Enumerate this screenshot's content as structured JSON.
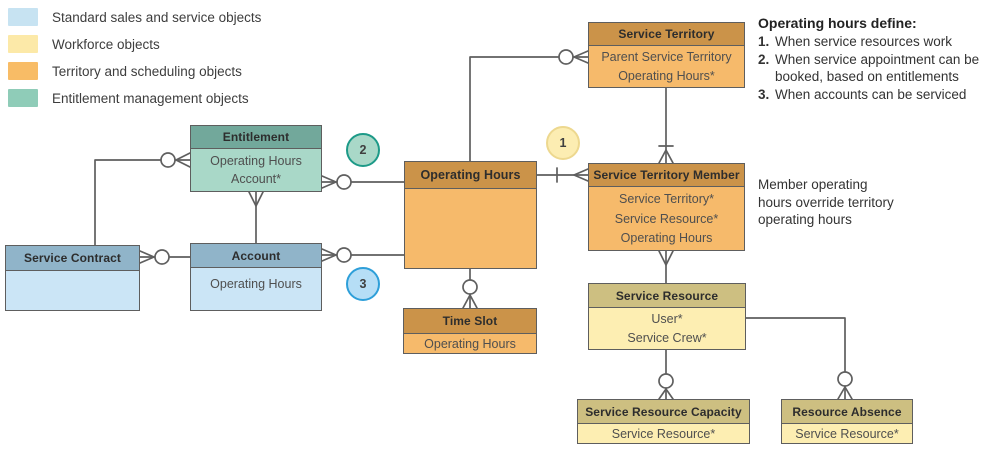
{
  "legend": {
    "items": [
      {
        "label": "Standard sales and service objects",
        "color": "#c7e3f2"
      },
      {
        "label": "Workforce objects",
        "color": "#fce9a8"
      },
      {
        "label": "Territory and scheduling objects",
        "color": "#f8bc66"
      },
      {
        "label": "Entitlement management objects",
        "color": "#8fccb8"
      }
    ]
  },
  "entities": {
    "entitlement": {
      "title": "Entitlement",
      "fields": [
        "Operating Hours",
        "Account*"
      ]
    },
    "service_contract": {
      "title": "Service Contract",
      "fields": []
    },
    "account": {
      "title": "Account",
      "fields": [
        "Operating Hours"
      ]
    },
    "operating_hours": {
      "title": "Operating Hours",
      "fields": []
    },
    "time_slot": {
      "title": "Time Slot",
      "fields": [
        "Operating Hours"
      ]
    },
    "service_territory": {
      "title": "Service Territory",
      "fields": [
        "Parent Service Territory",
        "Operating Hours*"
      ]
    },
    "service_territory_member": {
      "title": "Service Territory Member",
      "fields": [
        "Service Territory*",
        "Service Resource*",
        "Operating Hours"
      ]
    },
    "service_resource": {
      "title": "Service Resource",
      "fields": [
        "User*",
        "Service Crew*"
      ]
    },
    "service_resource_capacity": {
      "title": "Service Resource Capacity",
      "fields": [
        "Service Resource*"
      ]
    },
    "resource_absence": {
      "title": "Resource Absence",
      "fields": [
        "Service Resource*"
      ]
    }
  },
  "badges": [
    {
      "number": "1",
      "fill": "#fcedb2",
      "border": "#edd88f"
    },
    {
      "number": "2",
      "fill": "#a9d8c8",
      "border": "#1d9a88"
    },
    {
      "number": "3",
      "fill": "#b6def6",
      "border": "#2e9fd9"
    }
  ],
  "notes": {
    "define_title": "Operating hours define:",
    "define_items": [
      {
        "num": "1.",
        "text": "When service resources work"
      },
      {
        "num": "2.",
        "text": "When service appointment can be booked, based on entitlements"
      },
      {
        "num": "3.",
        "text": "When accounts can be serviced"
      }
    ],
    "member_note": "Member operating\nhours override territory\noperating hours"
  },
  "colors": {
    "line": "#5f5f5f",
    "blue_header": "#90b4c9",
    "blue_body": "#cbe5f6",
    "teal_header": "#72a89b",
    "teal_body": "#a9d8c8",
    "orange_header": "#cb9349",
    "orange_body": "#f6ba6b",
    "yellow_header": "#cdbf81",
    "yellow_body": "#fdeeb2"
  }
}
